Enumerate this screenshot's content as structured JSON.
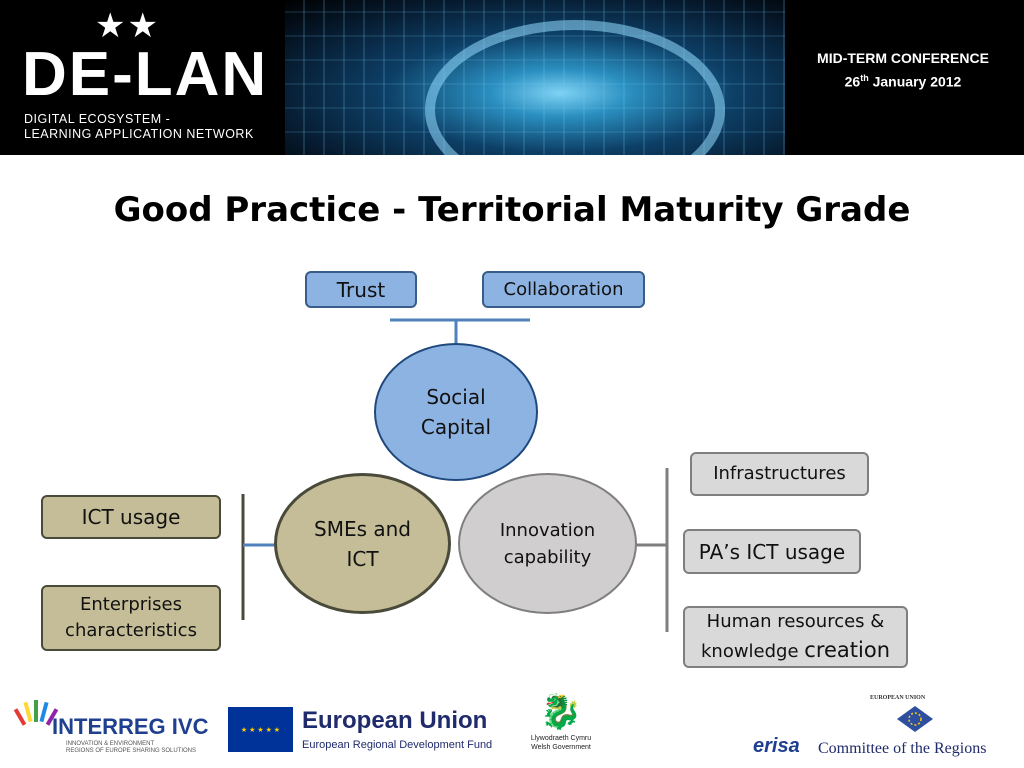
{
  "header": {
    "logo_title": "DE-LAN",
    "logo_subtitle_1": "DIGITAL ECOSYSTEM -",
    "logo_subtitle_2": "LEARNING APPLICATION NETWORK",
    "conference_title": "MID-TERM CONFERENCE",
    "conference_day": "26",
    "conference_day_suffix": "th",
    "conference_date": " January 2012"
  },
  "slide": {
    "title": "Good Practice - Territorial Maturity Grade"
  },
  "diagram": {
    "top_boxes": [
      {
        "label": "Trust"
      },
      {
        "label": "Collaboration"
      }
    ],
    "social_capital": {
      "line1": "Social",
      "line2": "Capital"
    },
    "smes_ict": {
      "line1": "SMEs and",
      "line2": "ICT"
    },
    "innovation": {
      "line1": "Innovation",
      "line2": "capability"
    },
    "left_boxes": [
      {
        "label": "ICT usage"
      },
      {
        "line1": "Enterprises",
        "line2": "characteristics"
      }
    ],
    "right_boxes": [
      {
        "label": "Infrastructures"
      },
      {
        "label": "PA’s ICT usage"
      },
      {
        "line1": "Human resources &",
        "line2a": "knowledge ",
        "line2b": "creation"
      }
    ]
  },
  "footer": {
    "interreg_name": "INTERREG IVC",
    "interreg_tag_1": "INNOVATION & ENVIRONMENT",
    "interreg_tag_2": "REGIONS OF EUROPE SHARING SOLUTIONS",
    "eu_name": "European Union",
    "eu_fund": "European Regional Development Fund",
    "wales_1": "Llywodraeth Cymru",
    "wales_2": "Welsh Government",
    "cor_eu": "EUROPEAN UNION",
    "erisa": "erisa",
    "cor_name": "Committee of the Regions"
  },
  "colors": {
    "blue_fill": "#8db3e2",
    "tan_fill": "#c4bd97",
    "grey_fill": "#d9d9d9"
  },
  "icons": [
    "star-icon",
    "eu-flag-icon",
    "welsh-dragon-icon",
    "cor-logo-icon"
  ]
}
